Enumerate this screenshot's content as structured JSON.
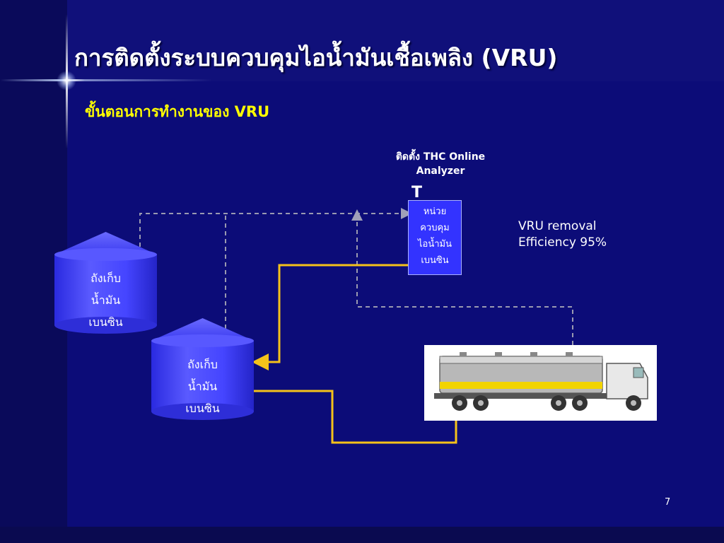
{
  "slide": {
    "title": "การติดตั้งระบบควบคุมไอน้ำมันเชื้อเพลิง (VRU)",
    "subtitle": "ขั้นตอนการทำงานของ VRU",
    "page_number": "7"
  },
  "diagram": {
    "analyzer_label_line1": "ติดตั้ง THC Online",
    "analyzer_label_line2": "Analyzer",
    "analyzer_marker": "T",
    "vru_unit": {
      "line1": "หน่วย",
      "line2": "ควบคุม",
      "line3": "ไอน้ำมัน",
      "line4": "เบนซิน"
    },
    "efficiency": {
      "line1": "VRU removal",
      "line2": "Efficiency 95%"
    },
    "tanks": [
      {
        "line1": "ถังเก็บ",
        "line2": "น้ำมัน",
        "line3": "เบนซิน"
      },
      {
        "line1": "ถังเก็บ",
        "line2": "น้ำมัน",
        "line3": "เบนซิน"
      }
    ]
  },
  "colors": {
    "background": "#0c0c78",
    "title_text": "#ffffff",
    "subtitle_text": "#ffff00",
    "tank_fill": "#4040ff",
    "vru_box_fill": "#3333ff",
    "liquid_line": "#f5c21a",
    "vapor_line": "#9a9ab0"
  }
}
